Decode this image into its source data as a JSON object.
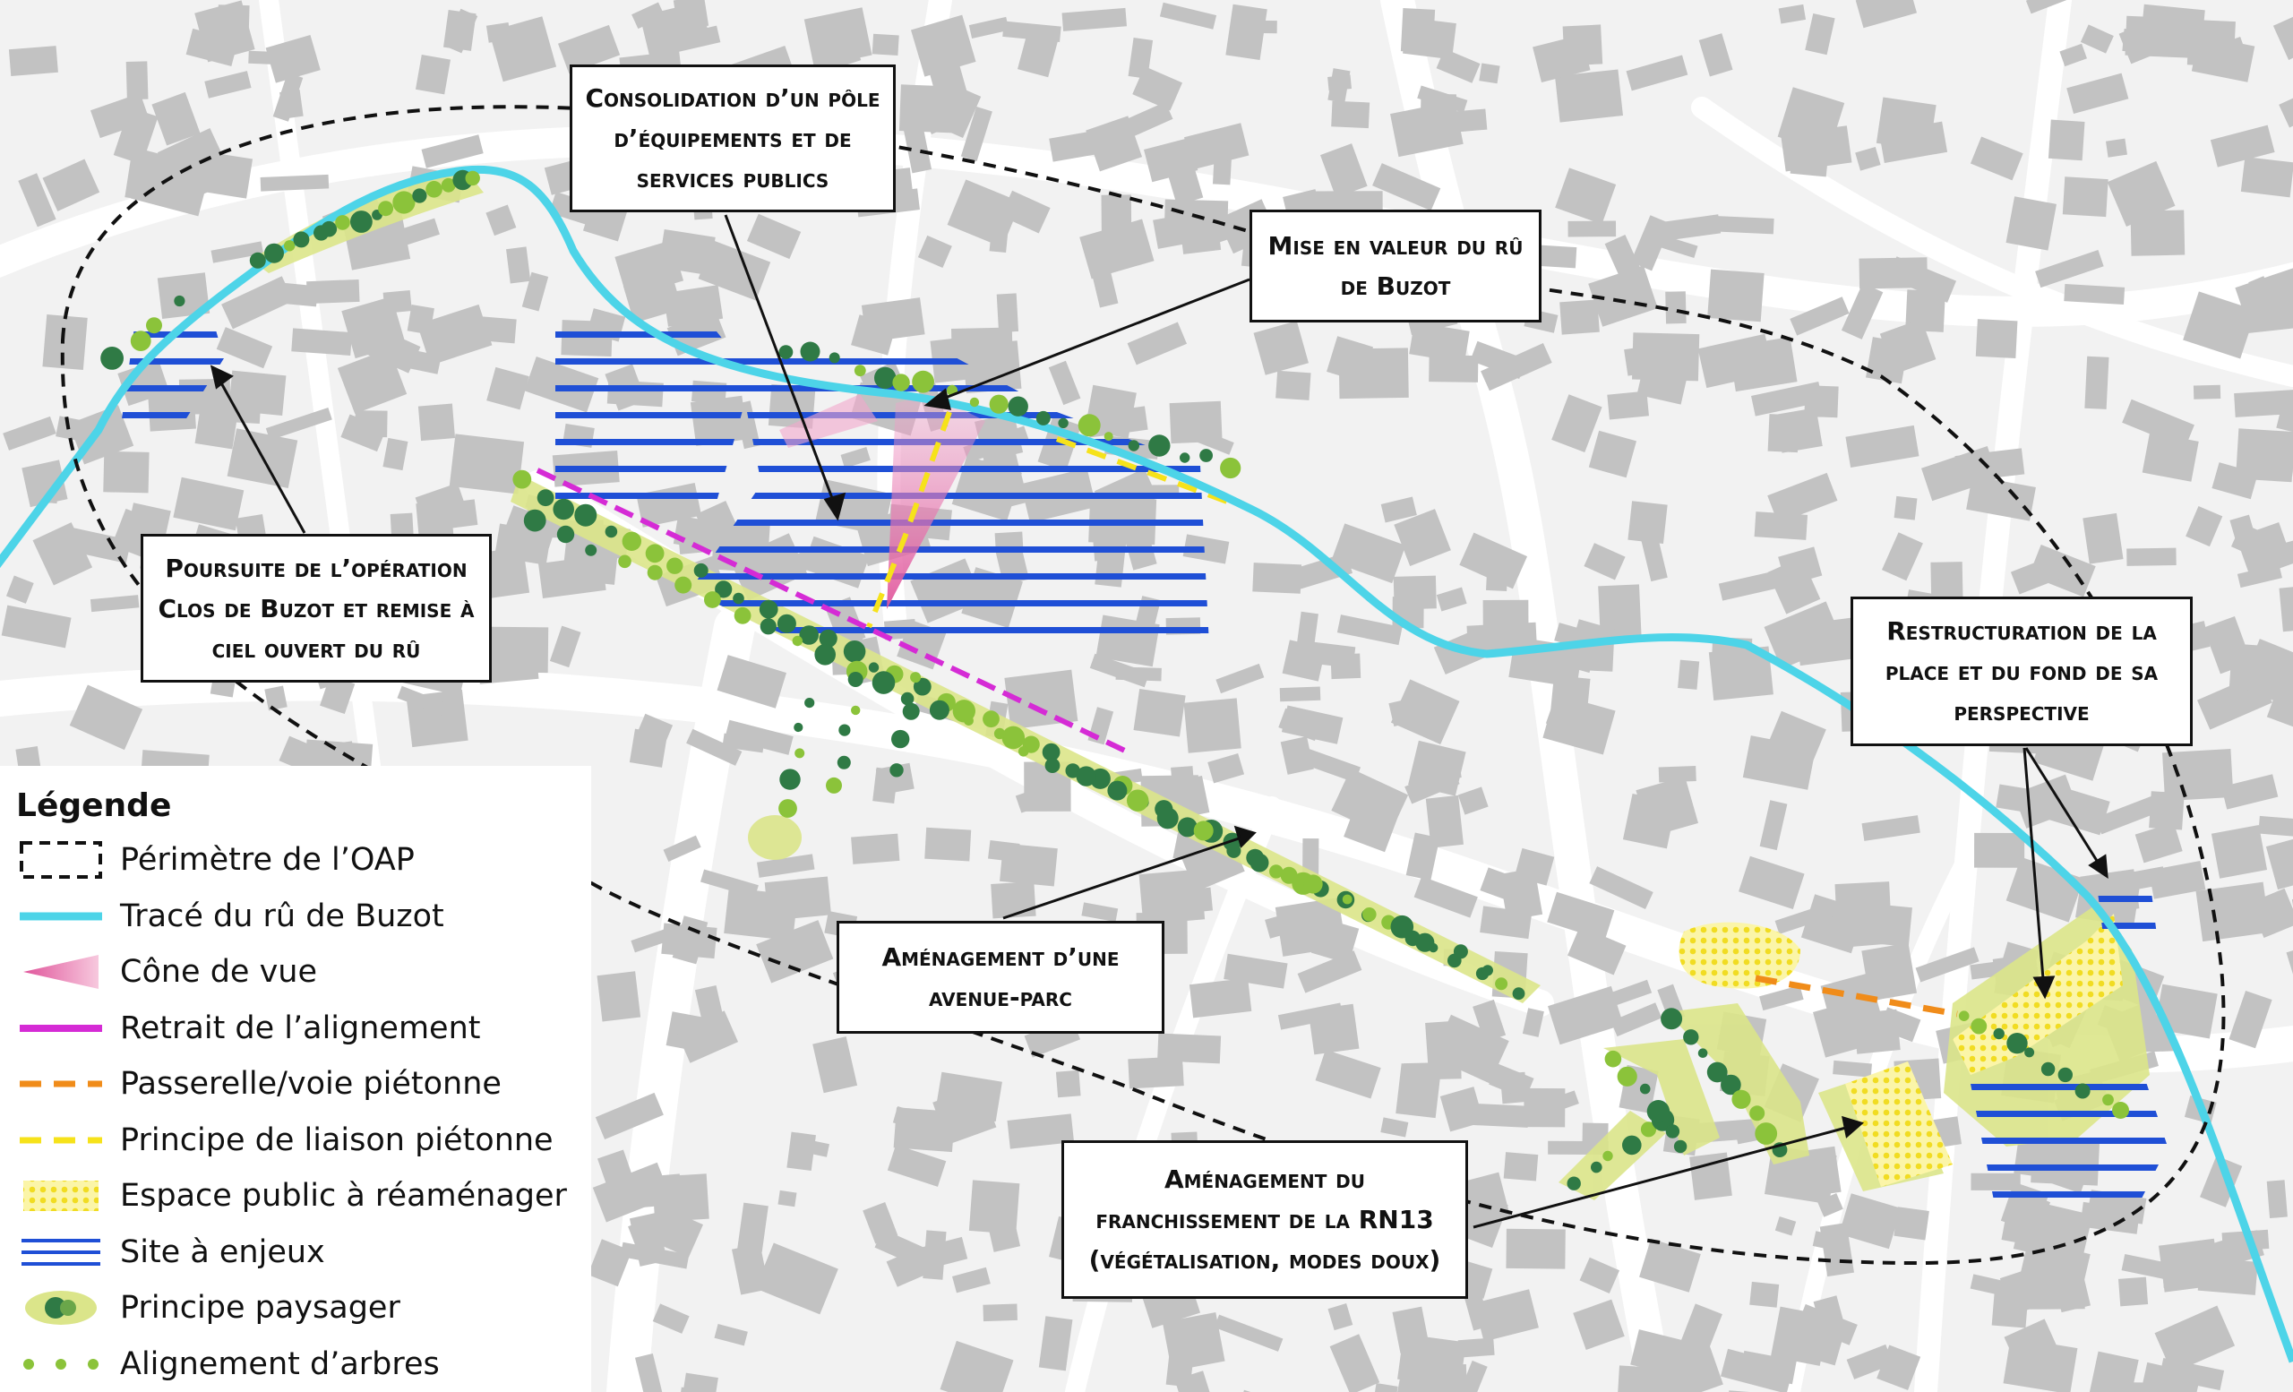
{
  "labels": {
    "consolidation": "Consolidation d’un pôle d’équipements et de services publics",
    "mise_en_valeur": "Mise en valeur du rû de Buzot",
    "poursuite": "Poursuite de l’opération Clos de Buzot et remise à ciel ouvert du rû",
    "restructuration": "Restructuration de la place et du fond de sa perspective",
    "avenue_parc": "Aménagement d’une avenue-parc",
    "franchissement": "Aménagement du franchissement de la RN13 (végétalisation, modes doux)"
  },
  "legend": {
    "title": "Légende",
    "items": [
      {
        "id": "perimetre",
        "label": "Périmètre de l’OAP"
      },
      {
        "id": "trace",
        "label": "Tracé du rû de Buzot"
      },
      {
        "id": "cone",
        "label": "Cône de vue"
      },
      {
        "id": "retrait",
        "label": "Retrait de l’alignement"
      },
      {
        "id": "passerelle",
        "label": "Passerelle/voie piétonne"
      },
      {
        "id": "liaison",
        "label": "Principe de liaison piétonne"
      },
      {
        "id": "espace",
        "label": "Espace public à réaménager"
      },
      {
        "id": "site",
        "label": "Site à enjeux"
      },
      {
        "id": "paysager",
        "label": "Principe paysager"
      },
      {
        "id": "alignement",
        "label": "Alignement d’arbres"
      }
    ]
  },
  "colors": {
    "background": "#f2f2f2",
    "building": "#c2c2c2",
    "road": "#ffffff",
    "river": "#4dd4e8",
    "site": "#1f4fd6",
    "retrait": "#d52bd5",
    "passerelle": "#f08c1a",
    "liaison": "#f6e21a",
    "landscape": "#dbe58a",
    "tree_dark": "#2f7a45",
    "tree_light": "#8bc33a",
    "cone": "#e86aa8"
  }
}
